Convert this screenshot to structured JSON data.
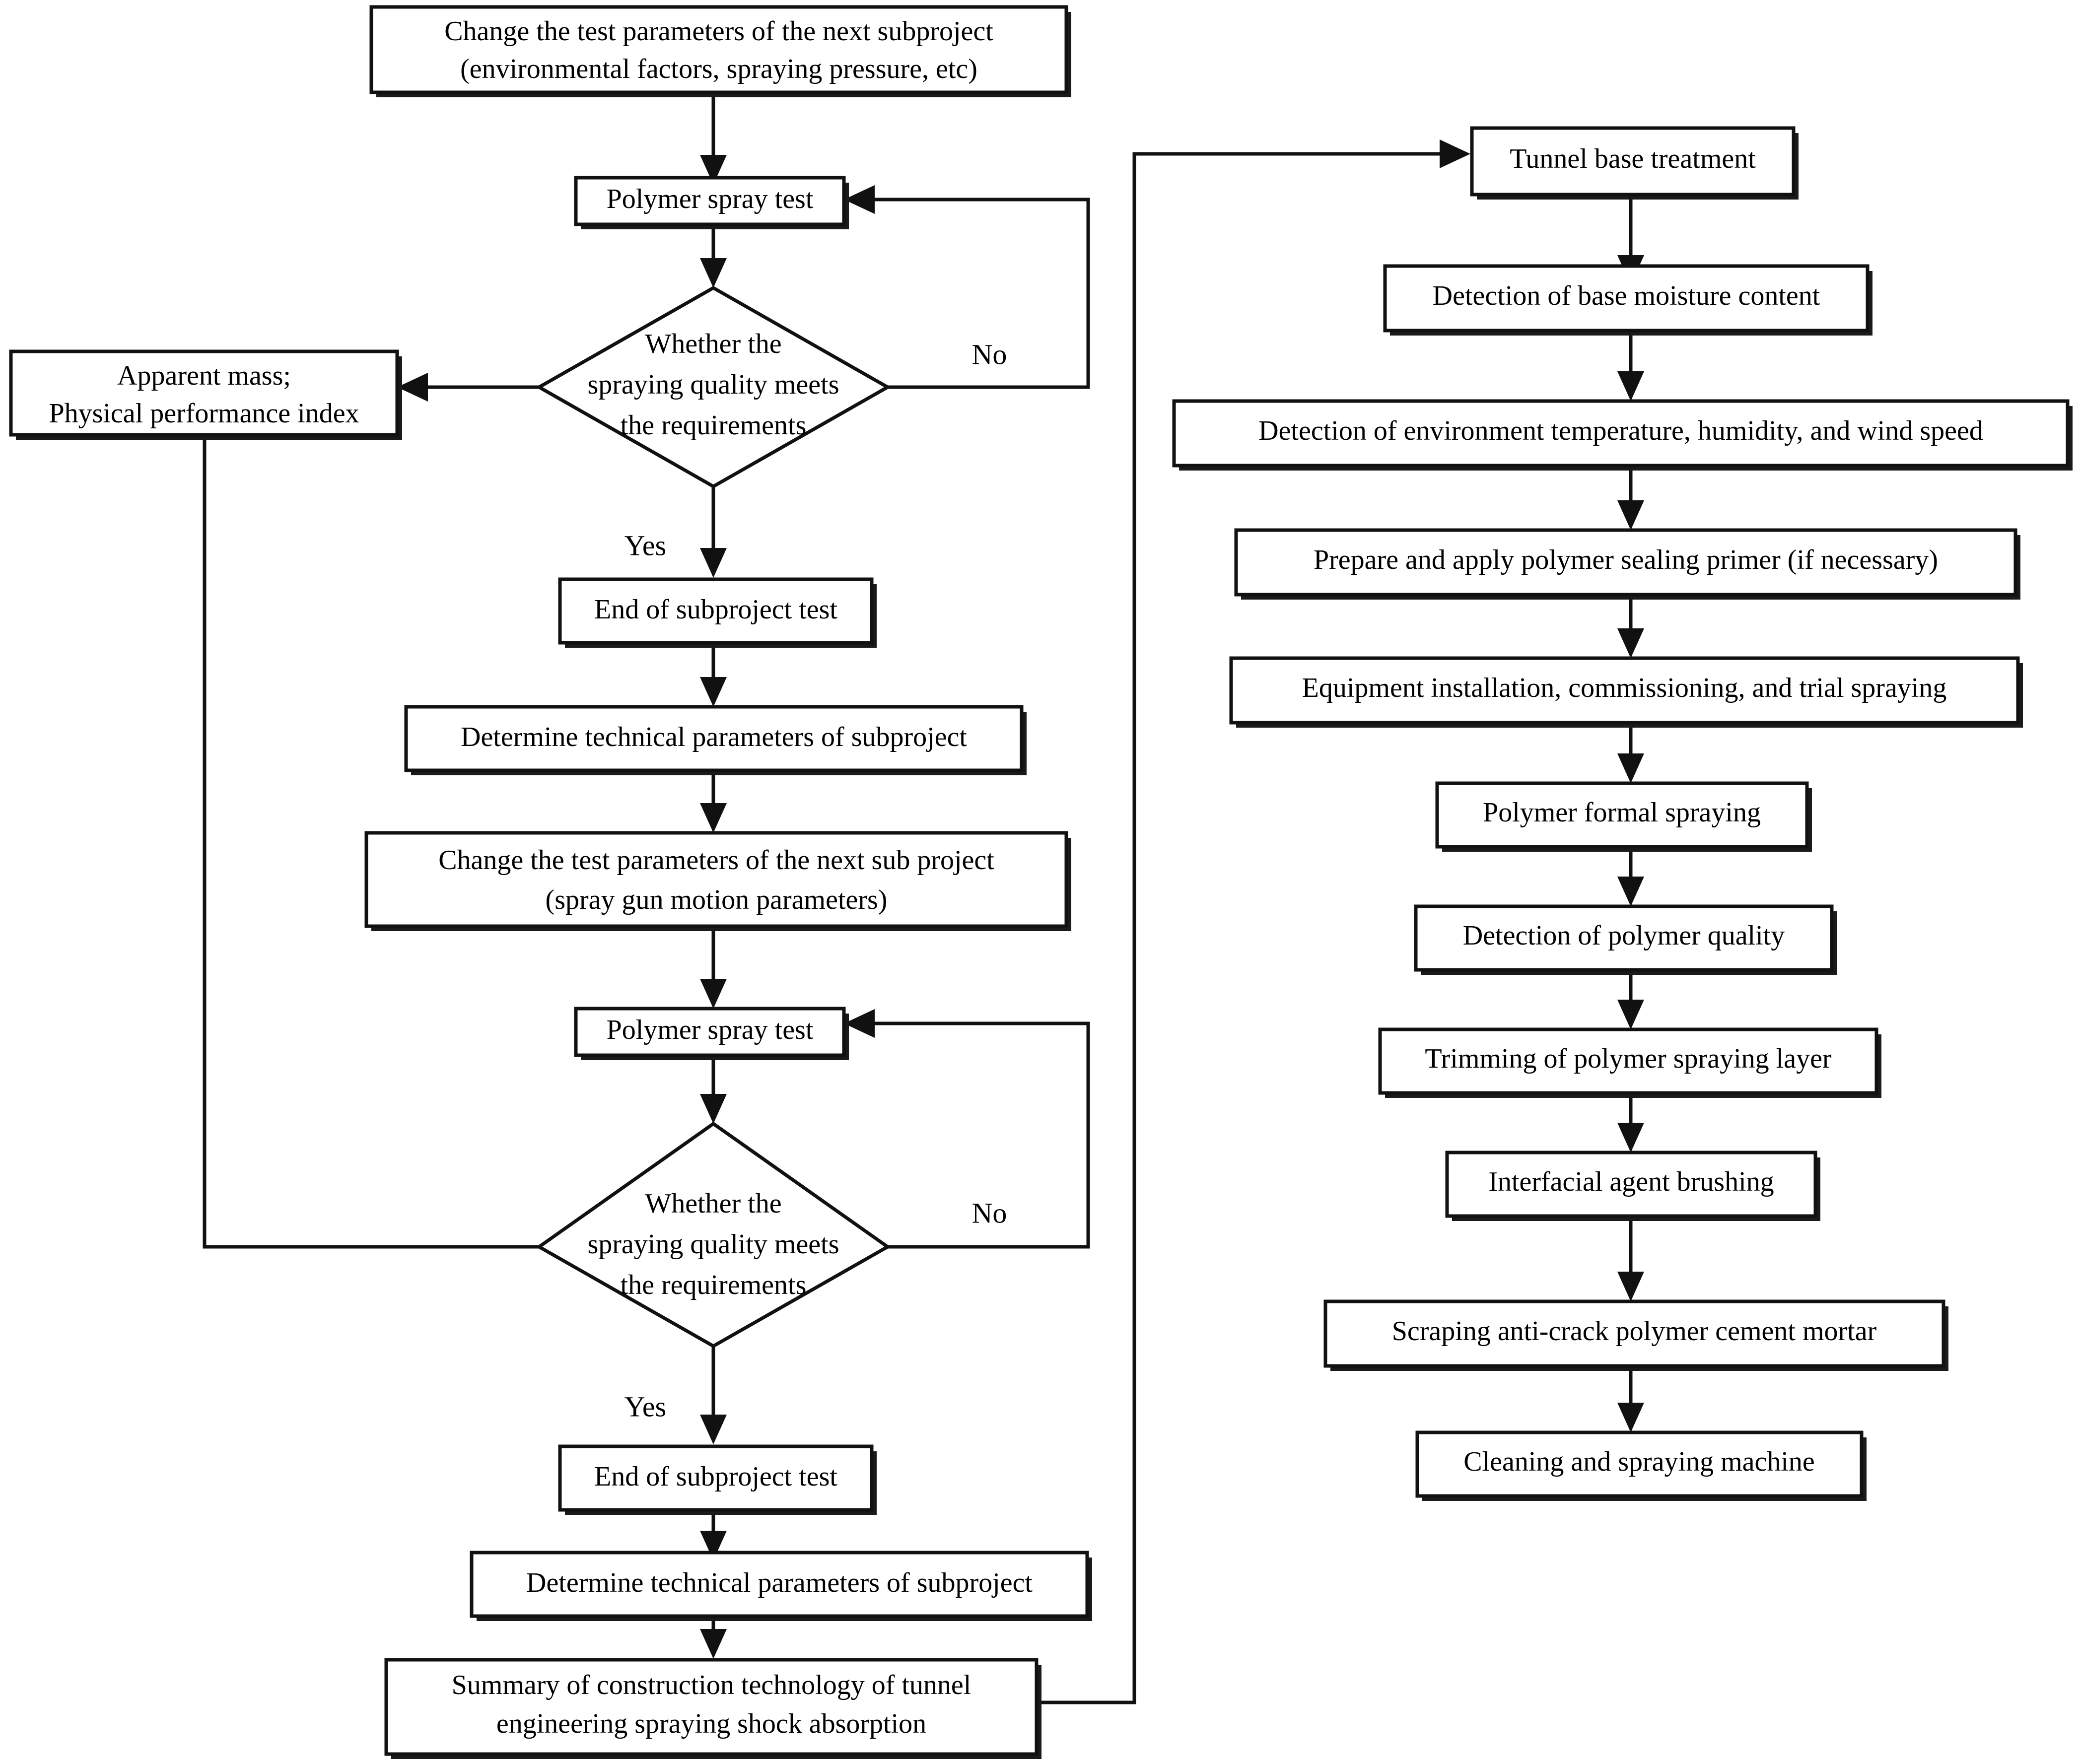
{
  "diagram": {
    "title": "Tunnel engineering polymer spraying construction flowchart",
    "colors": {
      "line": "#111111",
      "fill": "#ffffff",
      "text": "#000000"
    },
    "left_column": {
      "n1_line1": "Change the test parameters of the next subproject",
      "n1_line2": "(environmental factors, spraying pressure, etc)",
      "n2": "Polymer spray test",
      "n3_line1": "Whether the",
      "n3_line2": "spraying quality meets",
      "n3_line3": "the requirements",
      "n4_line1": "Apparent mass;",
      "n4_line2": "Physical performance index",
      "n5": "End of subproject test",
      "n6": "Determine technical parameters of subproject",
      "n7_line1": "Change the test parameters of the next sub project",
      "n7_line2": "(spray gun motion parameters)",
      "n8": "Polymer spray test",
      "n9_line1": "Whether the",
      "n9_line2": "spraying quality meets",
      "n9_line3": "the requirements",
      "n10": "End of subproject test",
      "n11": "Determine technical parameters of subproject",
      "n12_line1": "Summary of construction technology of tunnel",
      "n12_line2": "engineering spraying shock absorption"
    },
    "right_column": {
      "r1": "Tunnel base treatment",
      "r2": "Detection of base moisture content",
      "r3": "Detection of environment temperature, humidity, and wind speed",
      "r4": "Prepare and apply polymer sealing primer (if necessary)",
      "r5": "Equipment installation, commissioning, and trial spraying",
      "r6": "Polymer formal spraying",
      "r7": "Detection of polymer quality",
      "r8": "Trimming of polymer spraying layer",
      "r9": "Interfacial agent brushing",
      "r10": "Scraping anti-crack polymer cement mortar",
      "r11": "Cleaning and spraying machine"
    },
    "edge_labels": {
      "no_top": "No",
      "yes_top": "Yes",
      "no_bottom": "No",
      "yes_bottom": "Yes"
    }
  }
}
